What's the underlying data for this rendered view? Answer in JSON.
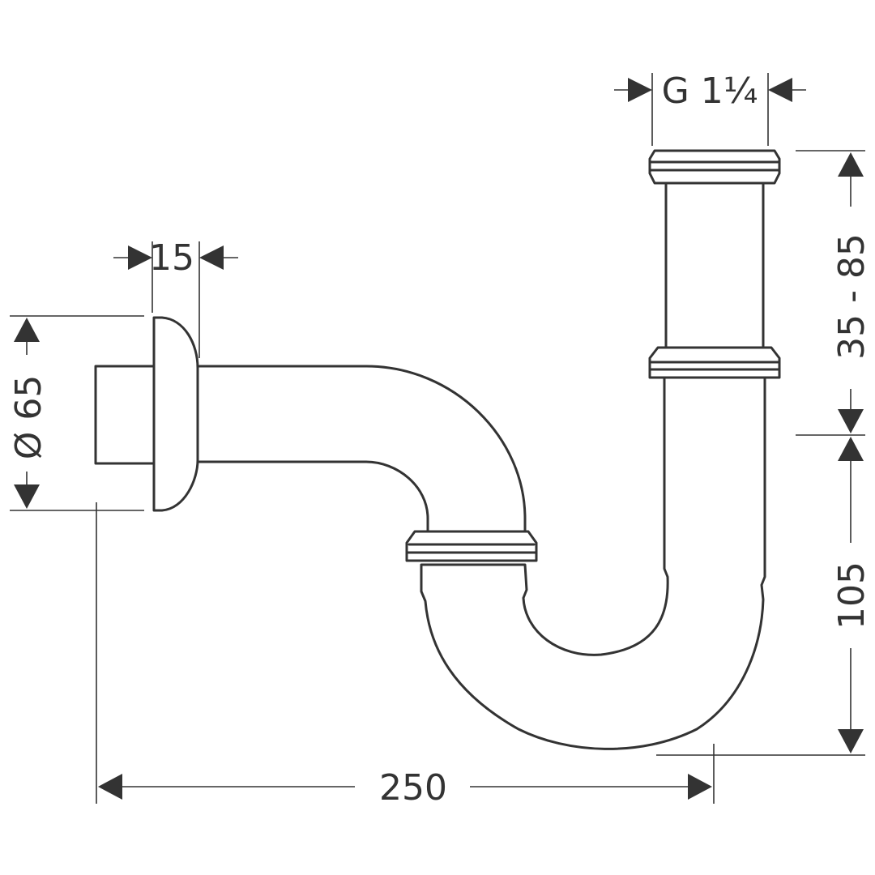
{
  "drawing": {
    "type": "technical-dimension-drawing",
    "subject": "bottle trap / pipe siphon",
    "line_color": "#333333",
    "background": "#ffffff"
  },
  "dimensions": {
    "thread": "G 1¼",
    "rosette_depth": "15",
    "rosette_diameter": "Ø 65",
    "height_adjust": "35 - 85",
    "trap_height": "105",
    "length": "250"
  }
}
